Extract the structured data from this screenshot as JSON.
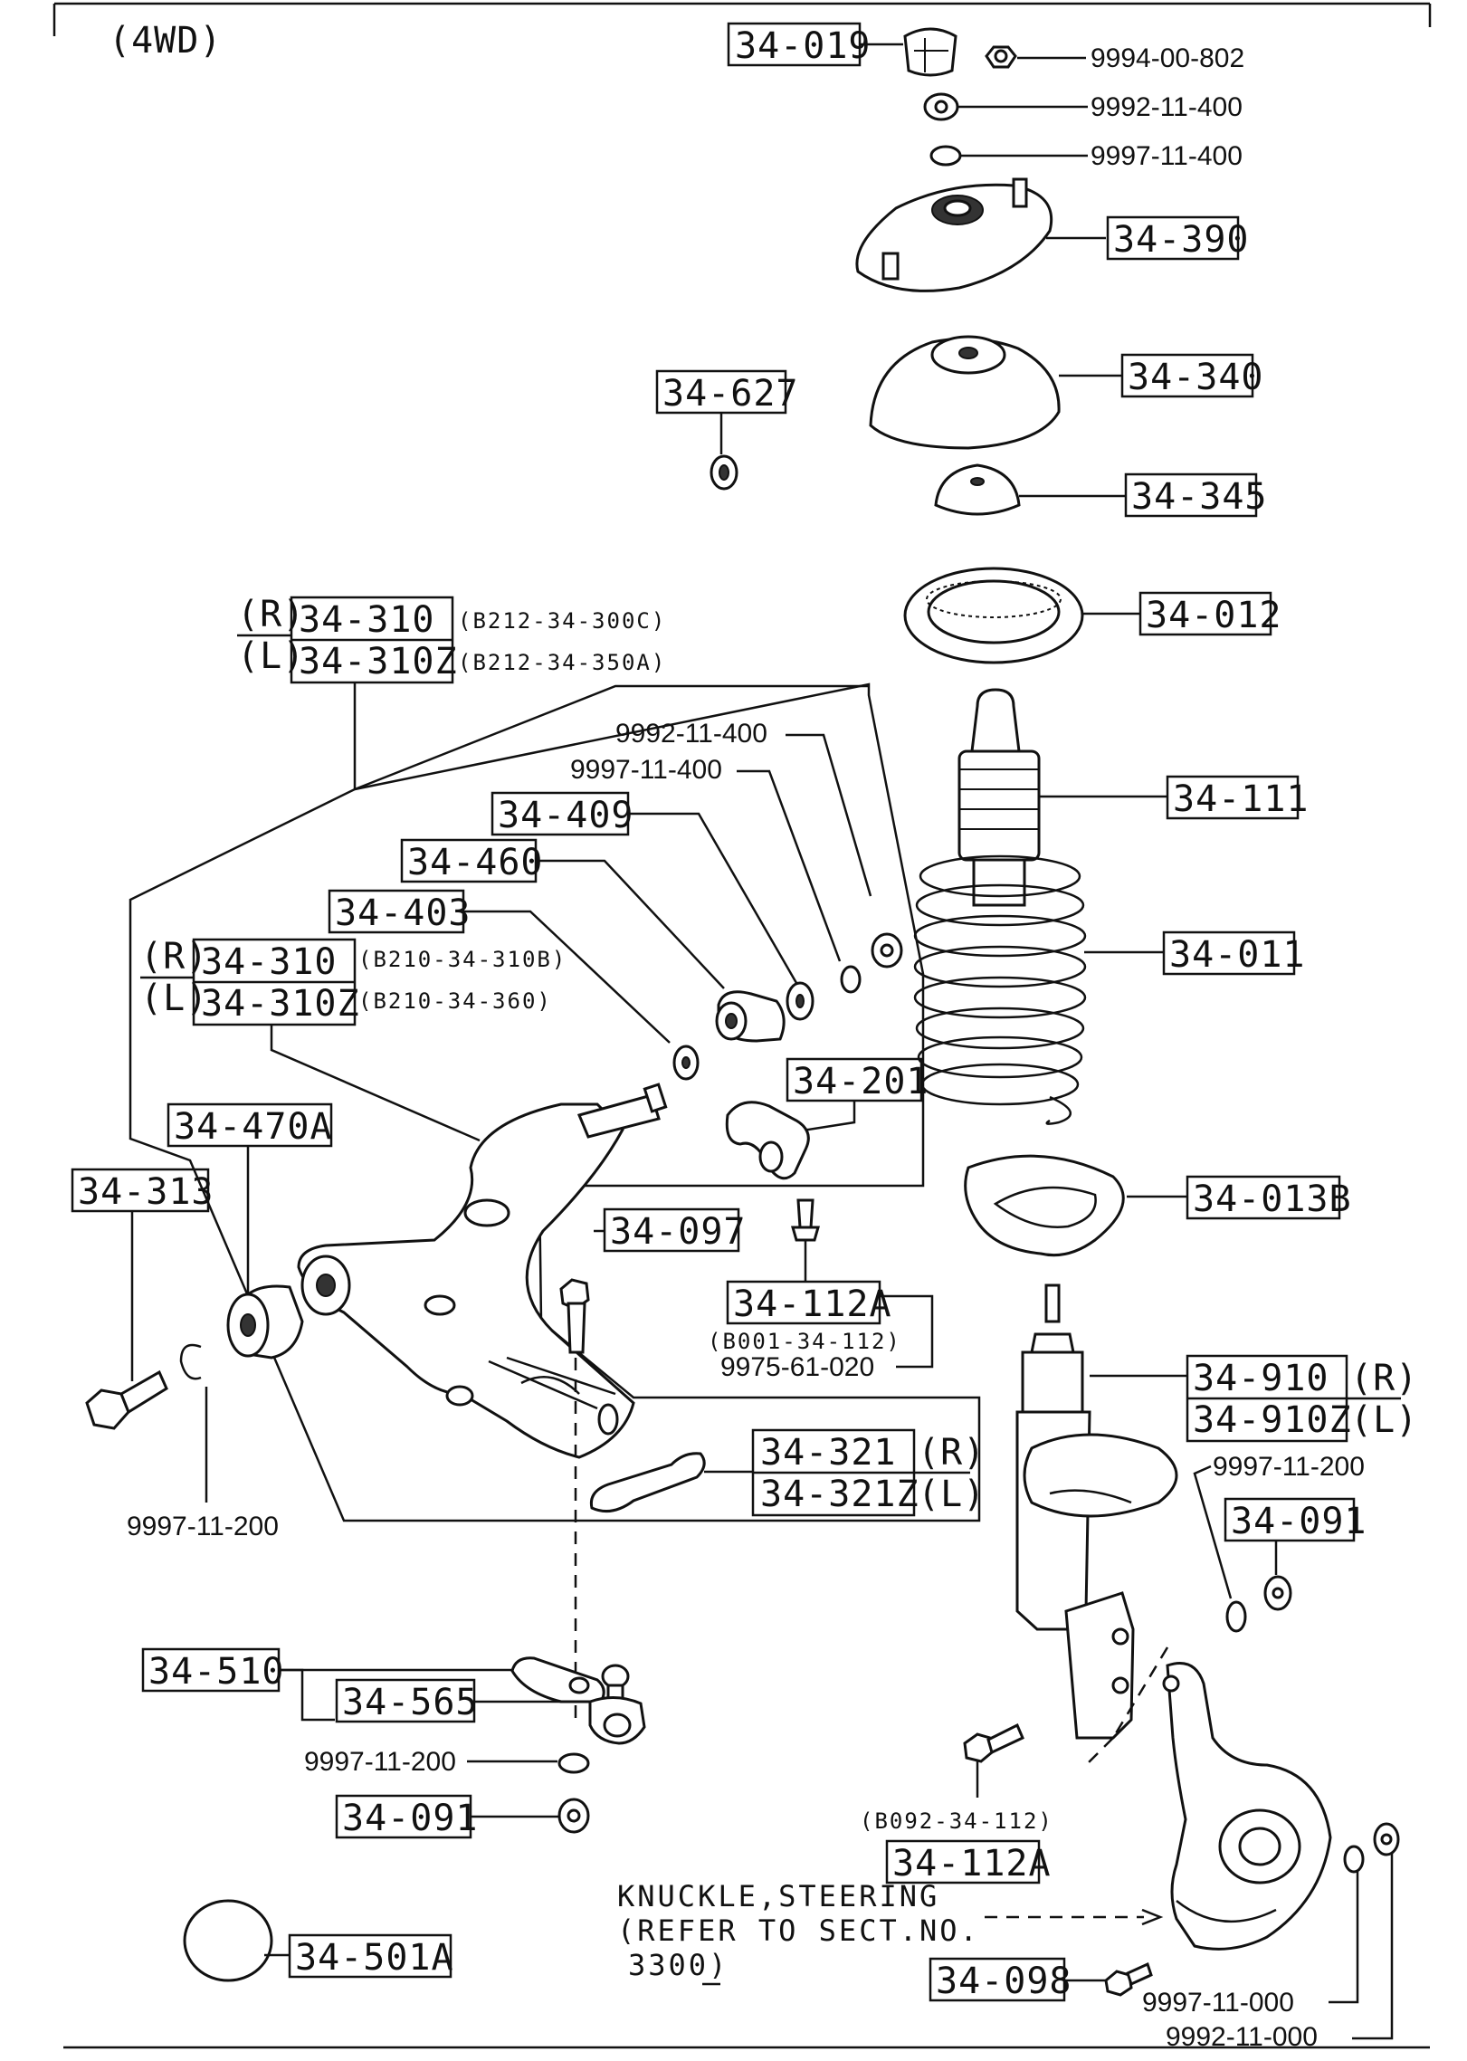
{
  "variant": "(4WD)",
  "parts": {
    "p34_019": "34-019",
    "p34_390": "34-390",
    "p34_340": "34-340",
    "p34_627": "34-627",
    "p34_345": "34-345",
    "p34_012": "34-012",
    "p34_111": "34-111",
    "p34_011": "34-011",
    "p34_409": "34-409",
    "p34_460": "34-460",
    "p34_403": "34-403",
    "p34_201": "34-201",
    "p34_470A": "34-470A",
    "p34_313": "34-313",
    "p34_097": "34-097",
    "p34_112A_top": "34-112A",
    "p34_013B": "34-013B",
    "p34_910": "34-910",
    "p34_910Z": "34-910Z",
    "p34_321": "34-321",
    "p34_321Z": "34-321Z",
    "p34_091_right": "34-091",
    "p34_510": "34-510",
    "p34_565": "34-565",
    "p34_091_left": "34-091",
    "p34_112A_bottom": "34-112A",
    "p34_501A": "34-501A",
    "p34_098": "34-098",
    "arm_top_r": "34-310",
    "arm_top_l": "34-310Z",
    "arm_mid_r": "34-310",
    "arm_mid_l": "34-310Z"
  },
  "side": {
    "r": "(R)",
    "l": "(L)"
  },
  "side_tags": {
    "arm_top_r": "(R)",
    "arm_top_l": "(L)",
    "arm_mid_r": "(R)",
    "arm_mid_l": "(L)",
    "p910_r": "(R)",
    "p910_l": "(L)",
    "p321_r": "(R)",
    "p321_l": "(L)"
  },
  "refs": {
    "arm_top_r": "(B212-34-300C)",
    "arm_top_l": "(B212-34-350A)",
    "arm_mid_r": "(B210-34-310B)",
    "arm_mid_l": "(B210-34-360)",
    "bolt_112A_top": "(B001-34-112)",
    "bolt_112A_bottom": "(B092-34-112)"
  },
  "hardware": {
    "h_9994_00_802": "9994-00-802",
    "h_9992_11_400_top": "9992-11-400",
    "h_9997_11_400_top": "9997-11-400",
    "h_9992_11_400_mid": "9992-11-400",
    "h_9997_11_400_mid": "9997-11-400",
    "h_9975_61_020": "9975-61-020",
    "h_9997_11_200_right": "9997-11-200",
    "h_9997_11_200_left": "9997-11-200",
    "h_9997_11_200_bottom": "9997-11-200",
    "h_9997_11_000": "9997-11-000",
    "h_9992_11_000": "9992-11-000"
  },
  "note": {
    "line1": "KNUCKLE,STEERING",
    "line2": "(REFER TO SECT.NO.",
    "line3": "3300)"
  }
}
